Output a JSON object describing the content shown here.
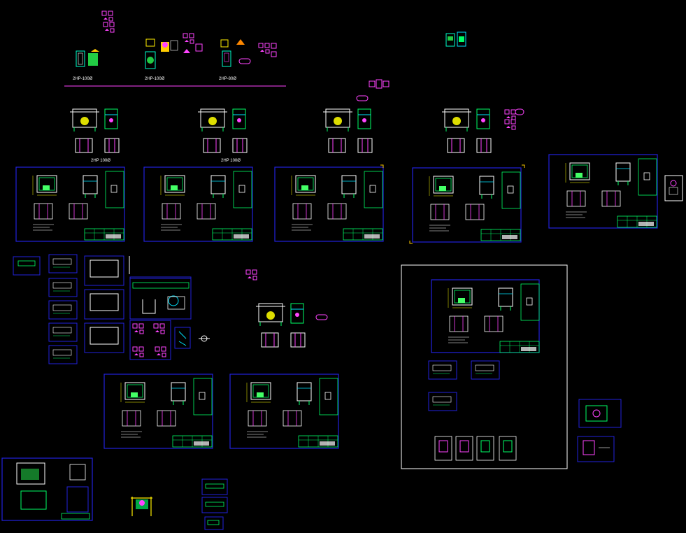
{
  "drawing_labels": {
    "motor_2hp_100": "2HP-100Ø",
    "motor_2hp_100b": "2HP-100Ø",
    "motor_2hp_80": "2HP-80Ø",
    "caption_left": "2HP 100Ø",
    "caption_mid": "2HP 100Ø"
  },
  "colors": {
    "background": "#000000",
    "sheet_border": "#2222dd",
    "geometry": "#00ff66",
    "dimension": "#ffffff",
    "accent": "#ff44ff",
    "cyan": "#00e5ff",
    "yellow": "#ffee00",
    "frame_white": "#ffffff"
  }
}
